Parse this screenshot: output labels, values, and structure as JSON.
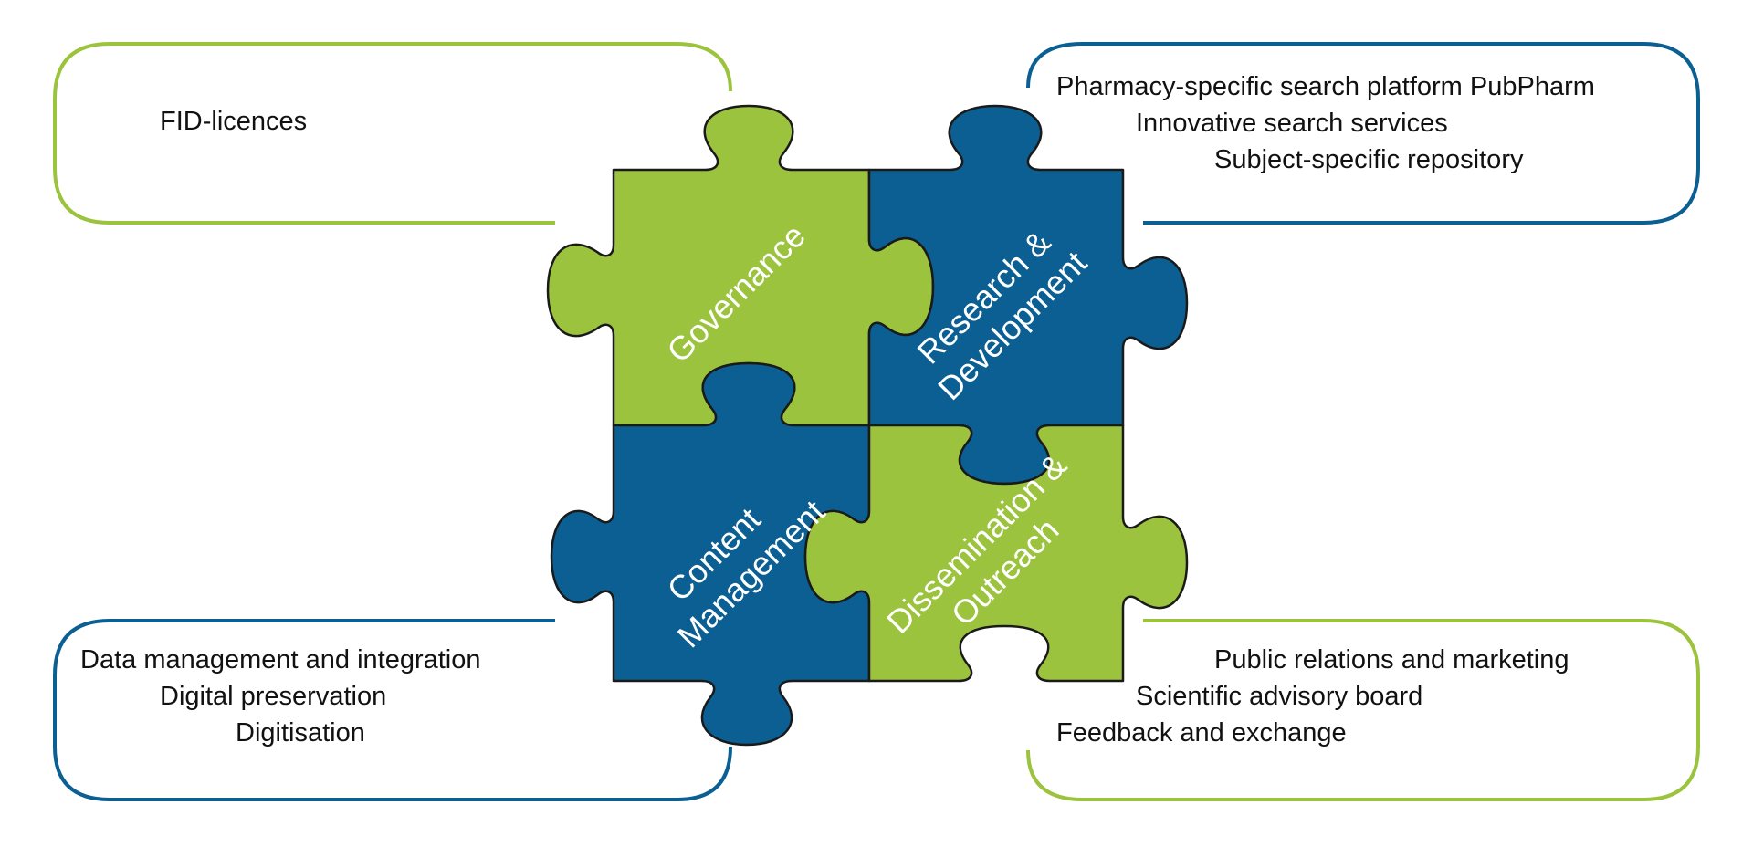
{
  "colors": {
    "green": "#9CC33D",
    "blue": "#0B5F92",
    "outline": "#1a1a1a",
    "text": "#111111",
    "label": "#ffffff"
  },
  "pieces": {
    "governance": {
      "label": "Governance"
    },
    "research": {
      "line1": "Research &",
      "line2": "Development"
    },
    "content": {
      "line1": "Content",
      "line2": "Management"
    },
    "dissemination": {
      "line1": "Dissemination &",
      "line2": "Outreach"
    }
  },
  "boxes": {
    "top_left": {
      "items": [
        "FID-licences"
      ]
    },
    "top_right": {
      "items": [
        "Pharmacy-specific search platform PubPharm",
        "Innovative search services",
        "Subject-specific repository"
      ]
    },
    "bottom_left": {
      "items": [
        "Data management and integration",
        "Digital preservation",
        "Digitisation"
      ]
    },
    "bottom_right": {
      "items": [
        "Public relations and marketing",
        "Scientific advisory board",
        "Feedback and exchange"
      ]
    }
  }
}
